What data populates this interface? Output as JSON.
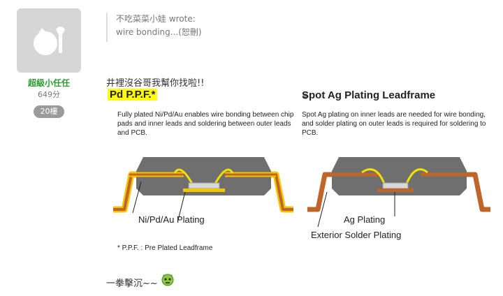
{
  "user": {
    "name": "超級小任任",
    "points": "649分",
    "floor": "20樓"
  },
  "quote": {
    "author": "不吃菜菜小娃 wrote:",
    "text": "wire bonding...(恕刪)"
  },
  "post": {
    "text": "井裡沒谷哥我幫你找啦!!",
    "closing": "一拳擊沉~~"
  },
  "figure": {
    "left_title": "Pd P.P.F.*",
    "left_desc": "Fully plated Ni/Pd/Au enables wire bonding between chip pads and inner leads and soldering between outer leads and PCB.",
    "left_label": "Ni/Pd/Au Plating",
    "footnote": "* P.P.F. : Pre Plated Leadframe",
    "right_title": "Spot Ag Plating Leadframe",
    "right_desc": "Spot Ag plating on inner leads are needed for wire bonding, and solder plating on outer leads is required for soldering to PCB.",
    "right_label1": "Ag Plating",
    "right_label2": "Exterior Solder Plating"
  },
  "colors": {
    "username": "#2d9a32",
    "highlight": "#fffb10",
    "lead_copper": "#c0652a",
    "lead_gold": "#f4c400",
    "package_gray": "#6f6f6f"
  }
}
